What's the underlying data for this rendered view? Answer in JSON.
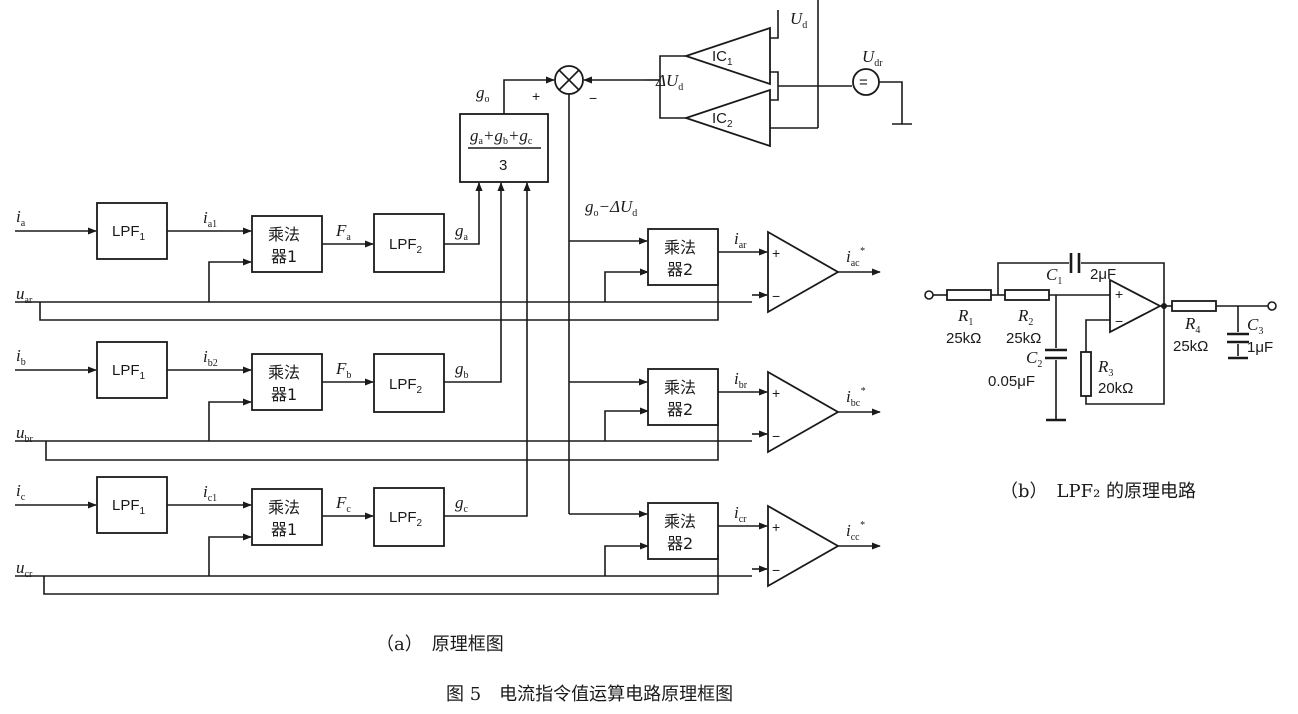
{
  "figure_caption": "图 5　电流指令值运算电路原理框图",
  "caption_a": "（a）　原理框图",
  "caption_b": "（b）　LPF₂ 的原理电路",
  "blocks": {
    "lpf1": "LPF",
    "lpf1_sub": "1",
    "lpf2": "LPF",
    "lpf2_sub": "2",
    "mult1_line1": "乘法",
    "mult1_line2": "器1",
    "mult2_line1": "乘法",
    "mult2_line2": "器2",
    "average_num": "gₐ+gᵦ+gᶜ",
    "average_den": "3",
    "ic1": "IC",
    "ic1_sub": "1",
    "ic2": "IC",
    "ic2_sub": "2",
    "sum_node_symbol": "⊗",
    "udr_symbol": "="
  },
  "signals": {
    "ia": "i",
    "ia_sub": "a",
    "ib": "i",
    "ib_sub": "b",
    "ic": "i",
    "ic_sub": "c",
    "ia1": "i",
    "ia1_sub": "a1",
    "ib2": "i",
    "ib2_sub": "b2",
    "ic1": "i",
    "ic1_sub": "c1",
    "uar": "u",
    "uar_sub": "ar",
    "ubr": "u",
    "ubr_sub": "br",
    "ucr": "u",
    "ucr_sub": "cr",
    "fa": "F",
    "fa_sub": "a",
    "fb": "F",
    "fb_sub": "b",
    "fc": "F",
    "fc_sub": "c",
    "ga": "g",
    "ga_sub": "a",
    "gb": "g",
    "gb_sub": "b",
    "gc": "g",
    "gc_sub": "c",
    "go": "g",
    "go_sub": "o",
    "ud": "U",
    "ud_sub": "d",
    "udr": "U",
    "udr_sub": "dr",
    "delta_ud": "ΔU",
    "delta_ud_sub": "d",
    "go_minus": "g",
    "go_minus_sub": "o",
    "go_minus_rest": "−ΔU",
    "go_minus_rest_sub": "d",
    "iar": "i",
    "iar_sub": "ar",
    "ibr": "i",
    "ibr_sub": "br",
    "icr": "i",
    "icr_sub": "cr",
    "iac": "i",
    "iac_sub": "ac",
    "iac_sup": "*",
    "ibc": "i",
    "ibc_sub": "bc",
    "ibc_sup": "*",
    "icc": "i",
    "icc_sub": "cc",
    "icc_sup": "*",
    "plus": "+",
    "minus": "−"
  },
  "circuit_b": {
    "c1": "C",
    "c1_sub": "1",
    "c1_val": "2μF",
    "c2": "C",
    "c2_sub": "2",
    "c2_val": "0.05μF",
    "c3": "C",
    "c3_sub": "3",
    "c3_val": "1μF",
    "r1": "R",
    "r1_sub": "1",
    "r1_val": "25kΩ",
    "r2": "R",
    "r2_sub": "2",
    "r2_val": "25kΩ",
    "r3": "R",
    "r3_sub": "3",
    "r3_val": "20kΩ",
    "r4": "R",
    "r4_sub": "4",
    "r4_val": "25kΩ"
  }
}
